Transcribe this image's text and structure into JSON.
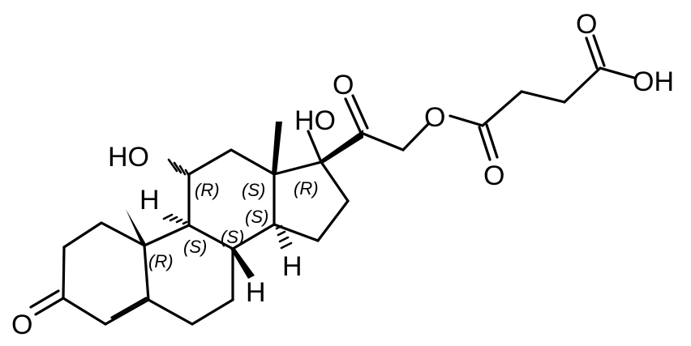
{
  "atoms": {
    "o3": "O",
    "ho11": "HO",
    "h9": "H",
    "ho17": "HO",
    "o20": "O",
    "o21": "O",
    "o_ester_carbonyl": "O",
    "o_acid_carbonyl": "O",
    "oh_acid": "OH",
    "h8": "H",
    "h14": "H"
  },
  "stereo_labels": {
    "c11": "(R)",
    "c13": "(S)",
    "c17": "(R)",
    "c14": "(S)",
    "c8": "(S)",
    "c10": "(R)",
    "c9": "(S)"
  }
}
